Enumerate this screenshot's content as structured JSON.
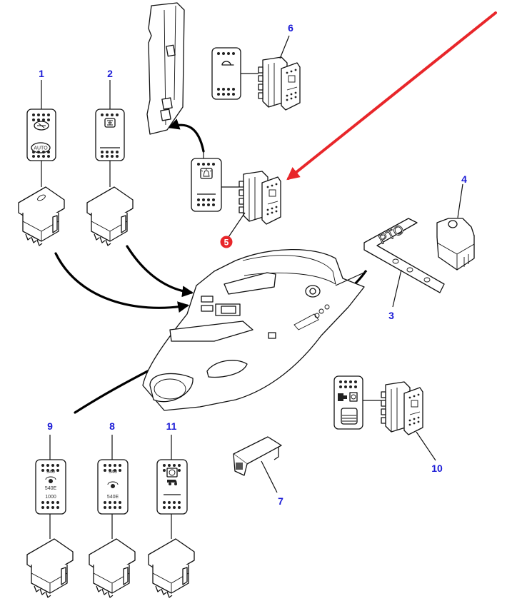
{
  "diagram": {
    "type": "exploded-parts-diagram",
    "subject": "Tractor side console rocker switches",
    "callout_color": "#1a1ad6",
    "highlight_color": "#e8262a",
    "callouts": [
      {
        "id": "1",
        "label": "1",
        "part": "Rocker switch – wiper (AUTO)",
        "decal_text": "AUTO"
      },
      {
        "id": "2",
        "label": "2",
        "part": "Rocker switch – lift symbol"
      },
      {
        "id": "3",
        "label": "3",
        "part": "PTO decal",
        "decal_text": "PTO"
      },
      {
        "id": "4",
        "label": "4",
        "part": "Rocker switch"
      },
      {
        "id": "5",
        "label": "5",
        "part": "Rocker switch – beacon",
        "highlighted": true
      },
      {
        "id": "6",
        "label": "6",
        "part": "Rocker switch – snail/slow symbol"
      },
      {
        "id": "7",
        "label": "7",
        "part": "Blanking cover"
      },
      {
        "id": "8",
        "label": "8",
        "part": "Rocker switch – PTO speed",
        "decal_lines": [
          "540",
          "540E"
        ]
      },
      {
        "id": "9",
        "label": "9",
        "part": "Rocker switch – PTO speed",
        "decal_lines": [
          "540",
          "540E",
          "1000"
        ]
      },
      {
        "id": "10",
        "label": "10",
        "part": "Rocker switch – hitch"
      },
      {
        "id": "11",
        "label": "11",
        "part": "Rocker switch – PTO engage"
      }
    ],
    "annotation": {
      "type": "red-arrow",
      "points_to": "5"
    }
  }
}
